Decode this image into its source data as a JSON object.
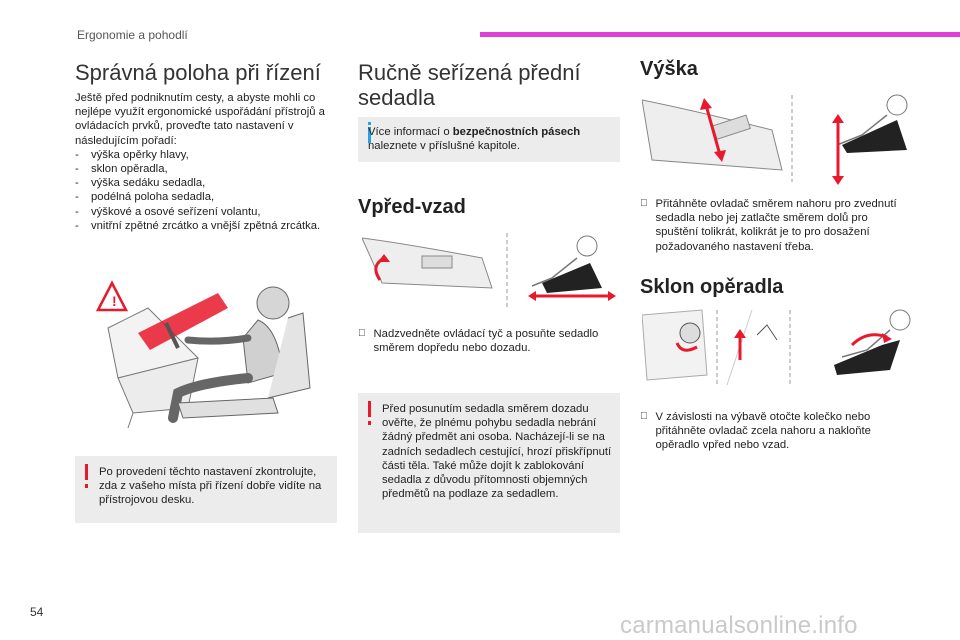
{
  "header": {
    "section": "Ergonomie a pohodlí"
  },
  "col1": {
    "title": "Správná poloha při řízení",
    "intro": "Ještě před podniknutím cesty, a abyste mohli co nejlépe využít ergonomické uspořádání přístrojů a ovládacích prvků, proveďte tato nastavení v následujícím pořadí:",
    "steps": [
      "výška opěrky hlavy,",
      "sklon opěradla,",
      "výška sedáku sedadla,",
      "podélná poloha sedadla,",
      "výškové a osové seřízení volantu,",
      "vnitřní zpětné zrcátko a vnější zpětná zrcátka."
    ],
    "warning": "Po provedení těchto nastavení zkontrolujte, zda z vašeho místa při řízení dobře vidíte na přístrojovou desku."
  },
  "col2": {
    "title": "Ručně seřízená přední sedadla",
    "info_pre": "Více informací o ",
    "info_bold": "bezpečnostních pásech",
    "info_post": " naleznete v příslušné kapitole.",
    "sub1": "Vpřed-vzad",
    "instr1": "Nadzvedněte ovládací tyč a posuňte sedadlo směrem dopředu nebo dozadu.",
    "warning": "Před posunutím sedadla směrem dozadu ověřte, že plnému pohybu sedadla nebrání žádný předmět ani osoba. Nacházejí-li se na zadních sedadlech cestující, hrozí přiskřípnutí části těla. Také může dojít k zablokování sedadla z důvodu přítomnosti objemných předmětů na podlaze za sedadlem."
  },
  "col3": {
    "sub1": "Výška",
    "instr1": "Přitáhněte ovladač směrem nahoru pro zvednutí sedadla nebo jej zatlačte směrem dolů pro spuštění tolikrát, kolikrát je to pro dosažení požadovaného nastavení třeba.",
    "sub2": "Sklon opěradla",
    "instr2": "V závislosti na výbavě otočte kolečko nebo přitáhněte ovladač zcela nahoru a naklo­ňte opěradlo vpřed nebo vzad."
  },
  "bullet_marker": "",
  "footer": {
    "page_number": "54",
    "watermark": "carmanualsonline.info"
  },
  "colors": {
    "accent": "#e040d6",
    "warning": "#e8192c",
    "info": "#2aa0e0",
    "note_bg": "#ececec"
  }
}
